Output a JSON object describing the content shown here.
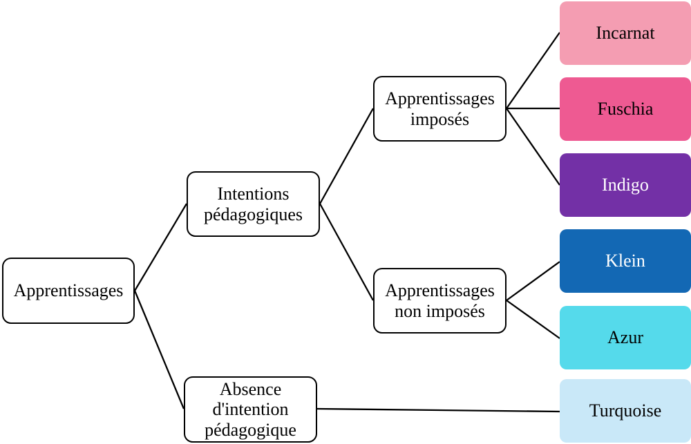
{
  "diagram": {
    "type": "tree",
    "line_color": "#000000",
    "nodes": {
      "root": {
        "label": "Apprentissages"
      },
      "intentions": {
        "label": "Intentions pédagogiques"
      },
      "absence": {
        "label": "Absence d'intention pédagogique"
      },
      "imposes": {
        "label": "Apprentissages imposés"
      },
      "non_imposes": {
        "label": "Apprentissages non imposés"
      },
      "incarnat": {
        "label": "Incarnat",
        "color": "#F49DB2",
        "text_color": "#000000"
      },
      "fuschia": {
        "label": "Fuschia",
        "color": "#EE5A92",
        "text_color": "#000000"
      },
      "indigo": {
        "label": "Indigo",
        "color": "#7330A6",
        "text_color": "#FFFFFF"
      },
      "klein": {
        "label": "Klein",
        "color": "#1368B4",
        "text_color": "#FFFFFF"
      },
      "azur": {
        "label": "Azur",
        "color": "#55DAEB",
        "text_color": "#000000"
      },
      "turquoise": {
        "label": "Turquoise",
        "color": "#C9E8F8",
        "text_color": "#000000"
      }
    },
    "edges": [
      {
        "from": "root",
        "to": "intentions"
      },
      {
        "from": "root",
        "to": "absence"
      },
      {
        "from": "intentions",
        "to": "imposes"
      },
      {
        "from": "intentions",
        "to": "non_imposes"
      },
      {
        "from": "imposes",
        "to": "incarnat"
      },
      {
        "from": "imposes",
        "to": "fuschia"
      },
      {
        "from": "imposes",
        "to": "indigo"
      },
      {
        "from": "non_imposes",
        "to": "klein"
      },
      {
        "from": "non_imposes",
        "to": "azur"
      },
      {
        "from": "absence",
        "to": "turquoise"
      }
    ]
  }
}
